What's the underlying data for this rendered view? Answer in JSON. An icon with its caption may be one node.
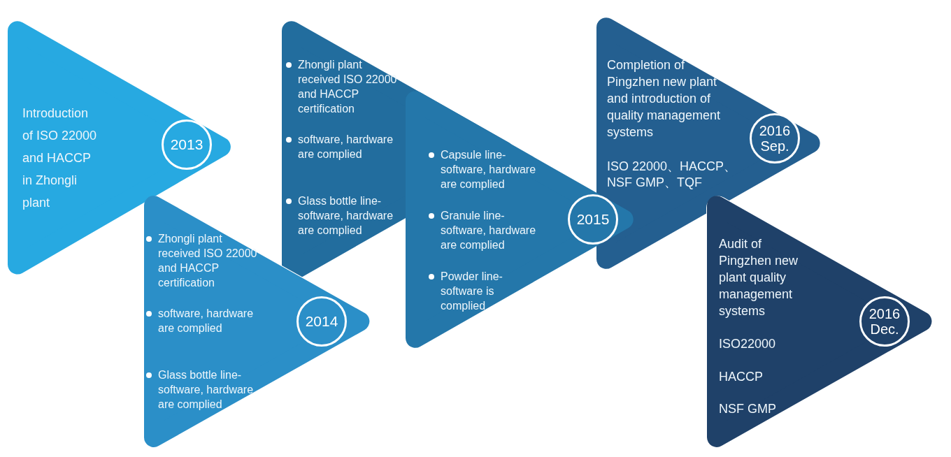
{
  "diagram": {
    "nodes": [
      {
        "text": [
          "Introduction of ISO 22000 and HACCP in Zhongli plant"
        ]
      },
      {
        "text": [
          "2013"
        ],
        "in": 0
      },
      {
        "text": [
          "Zhongli plant received ISO 22000 and HACCP certification",
          "software, hardware are complied",
          "Glass bottle line-software, hardware are complied"
        ]
      },
      {
        "text": [
          "2014"
        ],
        "in": 2
      },
      {
        "text": [
          "Zhongli plant received ISO 22000 and HACCP certification",
          "software, hardware are complied",
          "Glass bottle line-software, hardware are complied",
          "Capsule line-software, hardware are complied",
          "Granule line-software, hardware are complied",
          "Powder line-software is complied"
        ]
      },
      {
        "text": [
          "2015"
        ],
        "in": 4
      },
      {
        "text": [
          "Completion of Pingzhen new plant and introduction of quality management systems",
          "ISO 22000、HACCP、NSF GMP、TQF"
        ]
      },
      {
        "text": [
          "2016 Sep."
        ],
        "in": 6
      },
      {
        "text": [
          "Audit of Pingzhen new plant quality management systems",
          "ISO22000",
          "HACCP",
          "NSF GMP"
        ]
      },
      {
        "text": [
          "2016 Dec."
        ],
        "in": 8
      }
    ]
  }
}
